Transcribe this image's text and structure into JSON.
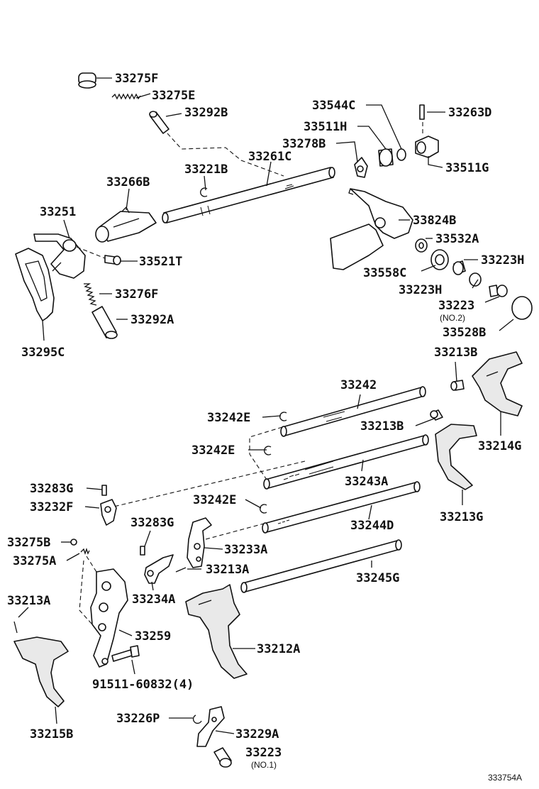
{
  "parts": {
    "p33275F": "33275F",
    "p33275E": "33275E",
    "p33292B": "33292B",
    "p33544C": "33544C",
    "p33263D": "33263D",
    "p33511H": "33511H",
    "p33278B": "33278B",
    "p33261C": "33261C",
    "p33221B": "33221B",
    "p33511G": "33511G",
    "p33266B": "33266B",
    "p33251": "33251",
    "p33824B": "33824B",
    "p33532A": "33532A",
    "p33521T": "33521T",
    "p33558C": "33558C",
    "p33223H_a": "33223H",
    "p33276F": "33276F",
    "p33223H_b": "33223H",
    "p33223_no2": "33223",
    "no2": "(NO.2)",
    "p33292A": "33292A",
    "p33528B": "33528B",
    "p33295C": "33295C",
    "p33213B_a": "33213B",
    "p33242": "33242",
    "p33242E_a": "33242E",
    "p33213B_b": "33213B",
    "p33214G": "33214G",
    "p33242E_b": "33242E",
    "p33243A": "33243A",
    "p33283G_a": "33283G",
    "p33232F": "33232F",
    "p33242E_c": "33242E",
    "p33244D": "33244D",
    "p33213G": "33213G",
    "p33283G_b": "33283G",
    "p33275B": "33275B",
    "p33233A": "33233A",
    "p33275A": "33275A",
    "p33213A_a": "33213A",
    "p33245G": "33245G",
    "p33234A": "33234A",
    "p33213A_b": "33213A",
    "p33259": "33259",
    "p33212A": "33212A",
    "p91511": "91511-60832(4)",
    "p33215B": "33215B",
    "p33226P": "33226P",
    "p33229A": "33229A",
    "p33223_no1": "33223",
    "no1": "(NO.1)"
  },
  "figure_id": "333754A"
}
